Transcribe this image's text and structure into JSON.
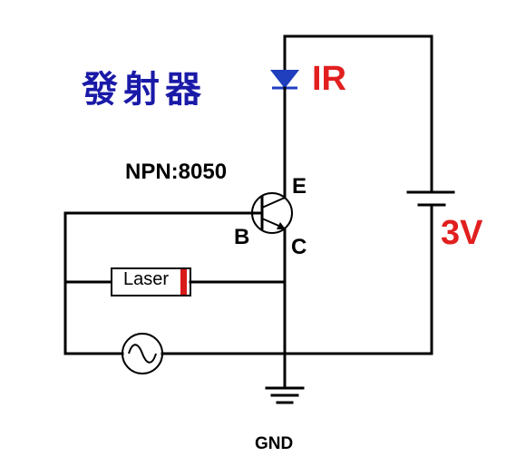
{
  "title": "發射器",
  "labels": {
    "ir": "IR",
    "transistor": "NPN:8050",
    "emitter": "E",
    "base": "B",
    "collector": "C",
    "voltage": "3V",
    "ground": "GND",
    "laser": "Laser"
  },
  "colors": {
    "title": "#1a1aa8",
    "ir": "#e11f1f",
    "voltage": "#e11f1f",
    "diode": "#1f3fbf",
    "laser_cap": "#d91a1a",
    "wire": "#000000"
  }
}
